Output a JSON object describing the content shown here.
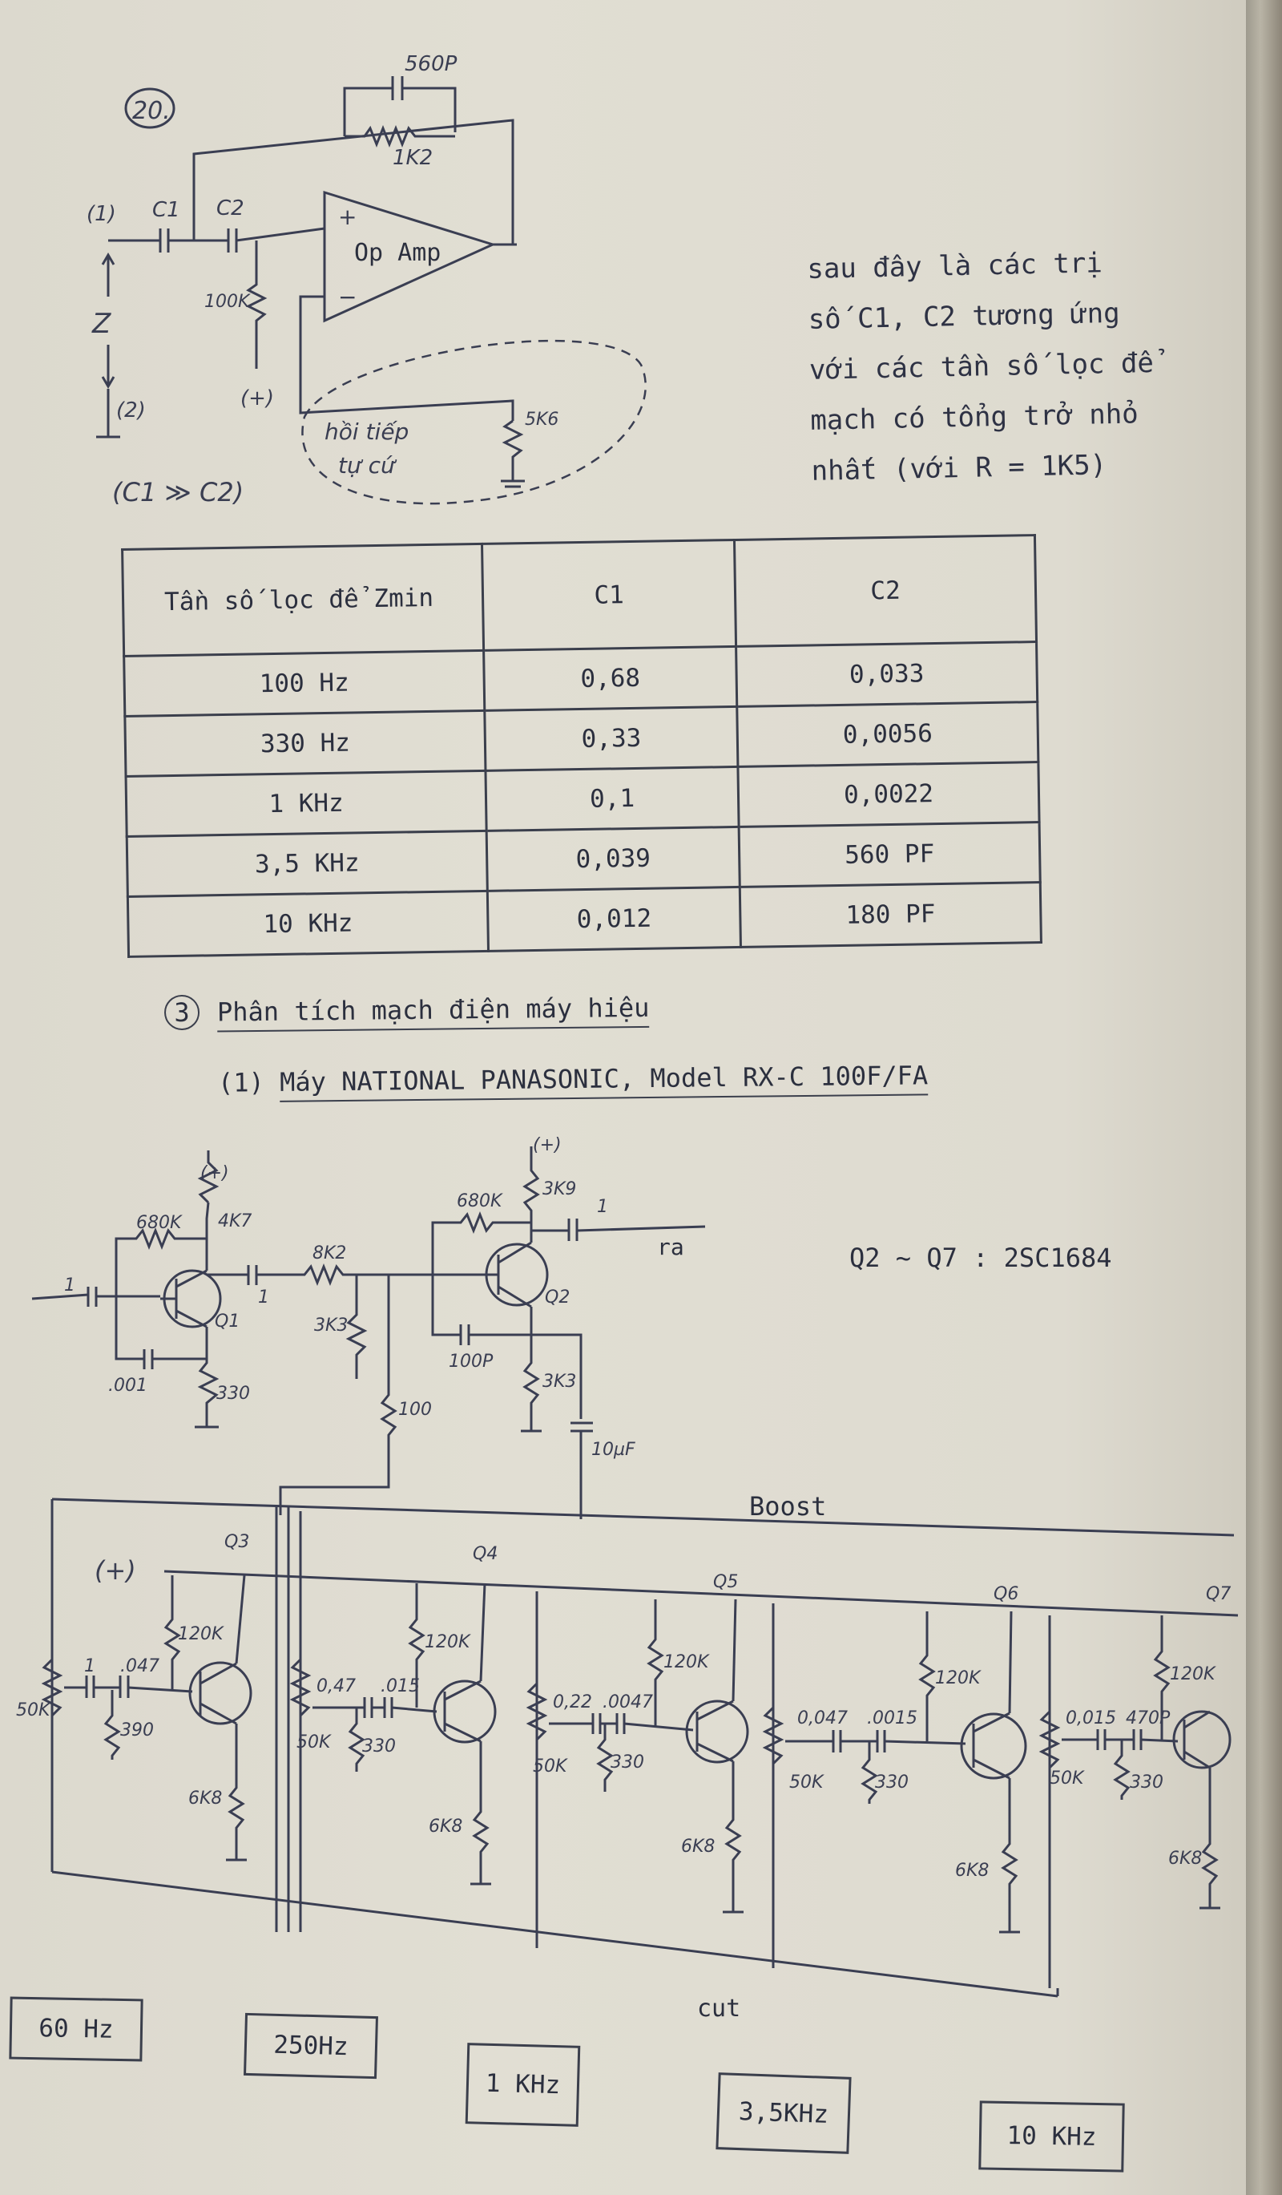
{
  "figure_number": "20.",
  "opamp_circuit": {
    "opamp_label": "Op Amp",
    "plus_sign": "+",
    "minus_sign": "−",
    "feedback_cap": "560P",
    "feedback_res": "1K2",
    "c1_label": "C1",
    "c2_label": "C2",
    "res_100k": "100K",
    "res_5k6": "5K6",
    "node1": "(1)",
    "node2": "(2)",
    "plus_supply": "(+)",
    "z_label": "Z",
    "feedback_note_line1": "hồi tiếp",
    "feedback_note_line2": "tự cứ",
    "condition": "(C1 ≫ C2)"
  },
  "side_note": {
    "lines": [
      "sau đây là các trị",
      "số C1, C2 tương ứng",
      "với các tần số lọc để",
      "mạch có tổng trở nhỏ",
      "nhất (với R = 1K5)"
    ]
  },
  "table": {
    "headers": [
      "Tần số lọc để Zmin",
      "C1",
      "C2"
    ],
    "rows": [
      [
        "100 Hz",
        "0,68",
        "0,033"
      ],
      [
        "330 Hz",
        "0,33",
        "0,0056"
      ],
      [
        "1 KHz",
        "0,1",
        "0,0022"
      ],
      [
        "3,5 KHz",
        "0,039",
        "560 PF"
      ],
      [
        "10 KHz",
        "0,012",
        "180 PF"
      ]
    ]
  },
  "section_heading": {
    "number": "3",
    "text": "Phân tích mạch điện máy hiệu"
  },
  "subheading": {
    "prefix": "(1)",
    "text": "Máy NATIONAL PANASONIC, Model RX-C 100F/FA"
  },
  "amp_circuit": {
    "transistor_note": "Q2 ~ Q7 : 2SC1684",
    "plus": "(+)",
    "q1": "Q1",
    "q2": "Q2",
    "r680k_a": "680K",
    "r4k7": "4K7",
    "r8k2": "8K2",
    "r3k3_a": "3K3",
    "r330_a": "330",
    "c001": ".001",
    "r100": "100",
    "r680k_b": "680K",
    "r3k9": "3K9",
    "c100p": "100P",
    "r3k3_b": "3K3",
    "c10uf": "10µF",
    "out_label": "ra",
    "in_cap": "1",
    "cap1_a": "1",
    "cap1_b": "1"
  },
  "eq_circuit": {
    "boost_label": "Boost",
    "cut_label": "cut",
    "plus": "(+)",
    "stages": [
      {
        "q": "Q3",
        "c_a": "1",
        "c_b": ".047",
        "r_b": "120K",
        "r_e": "390",
        "r_c": "6K8",
        "pot": "50K"
      },
      {
        "q": "Q4",
        "c_a": "0,47",
        "c_b": ".015",
        "r_b": "120K",
        "r_e": "330",
        "r_c": "6K8",
        "pot": "50K"
      },
      {
        "q": "Q5",
        "c_a": "0,22",
        "c_b": ".0047",
        "r_b": "120K",
        "r_e": "330",
        "r_c": "6K8",
        "pot": "50K"
      },
      {
        "q": "Q6",
        "c_a": "0,047",
        "c_b": ".0015",
        "r_b": "120K",
        "r_e": "330",
        "r_c": "6K8",
        "pot": "50K"
      },
      {
        "q": "Q7",
        "c_a": "0,015",
        "c_b": "470P",
        "r_b": "120K",
        "r_e": "330",
        "r_c": "6K8",
        "pot": "50K"
      }
    ]
  },
  "freq_boxes": [
    "60 Hz",
    "250Hz",
    "1 KHz",
    "3,5KHz",
    "10 KHz"
  ]
}
